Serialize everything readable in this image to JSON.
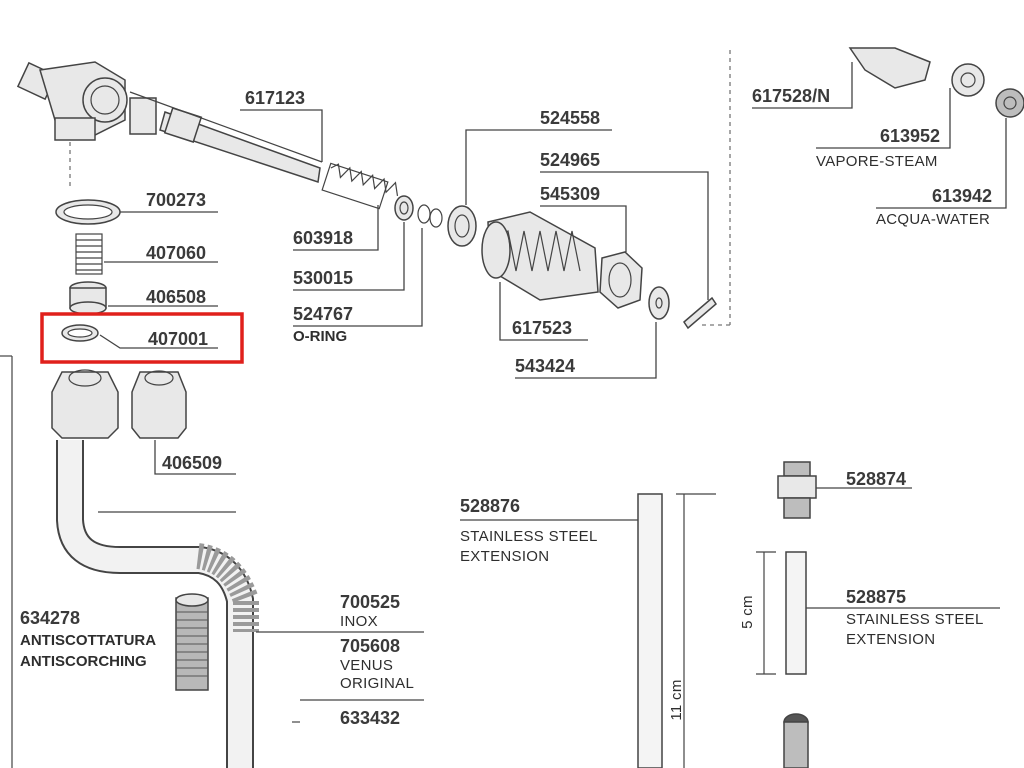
{
  "labels": {
    "p617123": "617123",
    "p617528": "617528/N",
    "p613952": "613952",
    "p613952_sub": "VAPORE-STEAM",
    "p613942": "613942",
    "p613942_sub": "ACQUA-WATER",
    "p700273": "700273",
    "p407060": "407060",
    "p406508": "406508",
    "p407001": "407001",
    "p603918": "603918",
    "p530015": "530015",
    "p524767": "524767",
    "p524767_sub": "O-RING",
    "p524558": "524558",
    "p524965": "524965",
    "p545309": "545309",
    "p617523": "617523",
    "p543424": "543424",
    "p406509": "406509",
    "p528874": "528874",
    "p528876": "528876",
    "p528876_sub1": "STAINLESS STEEL",
    "p528876_sub2": "EXTENSION",
    "p528875": "528875",
    "p528875_sub1": "STAINLESS STEEL",
    "p528875_sub2": "EXTENSION",
    "dim_5cm": "5 cm",
    "dim_11cm": "11 cm",
    "p700525": "700525",
    "p700525_sub": "INOX",
    "p705608": "705608",
    "p705608_sub1": "VENUS",
    "p705608_sub2": "ORIGINAL",
    "p633432": "633432",
    "p634278": "634278",
    "p634278_sub1": "ANTISCOTTATURA",
    "p634278_sub2": "ANTISCORCHING"
  },
  "highlight": {
    "part": "407001",
    "color": "#e0201c"
  }
}
